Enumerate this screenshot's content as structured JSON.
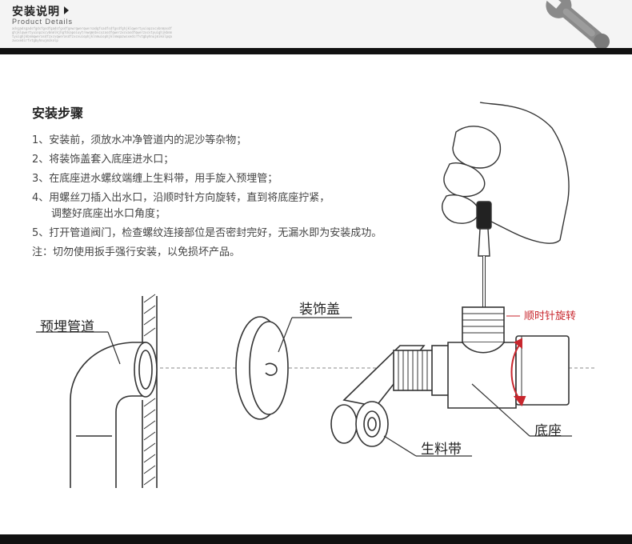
{
  "header": {
    "title": "安装说明",
    "subtitle": "Product Details",
    "fine_print": "adsgadsgadsfgdsfgsdfgadsfgsdfgewrqwerqwersadgfsadfsdfgsdfghjklqwertyuiopzxcvbnmasdfghjklqwertyuiopzxcvbnmlkjhgfdsapoiuytrewqmnbvcxzasdfqwerzxcvasdfqwerzxcvtyuighjkbnmtyuighjkbnmqwerasdfzxcvqwerasdfzxcvuiophjklnmuiophjklnmqazwsxedcrfvtgbyhnujmikolpqazwsxedcrfvtgbyhnujmikolp"
  },
  "section": {
    "title": "安装步骤",
    "steps": [
      "1、安装前，须放水冲净管道内的泥沙等杂物；",
      "2、将装饰盖套入底座进水口；",
      "3、在底座进水螺纹端缠上生料带，用手旋入预埋管；",
      "4、用螺丝刀插入出水口，沿顺时针方向旋转，直到将底座拧紧，",
      "调整好底座出水口角度；",
      "5、打开管道阀门，检查螺纹连接部位是否密封完好，无漏水即为安装成功。"
    ],
    "note": "注：切勿使用扳手强行安装，以免损坏产品。"
  },
  "diagram": {
    "labels": {
      "pipe": "预埋管道",
      "cover": "装饰盖",
      "base": "底座",
      "tape": "生料带",
      "rotate": "顺时针旋转"
    },
    "accent_color": "#c8262d"
  },
  "icons": [
    "wrench-icon",
    "header-arrow-icon"
  ]
}
